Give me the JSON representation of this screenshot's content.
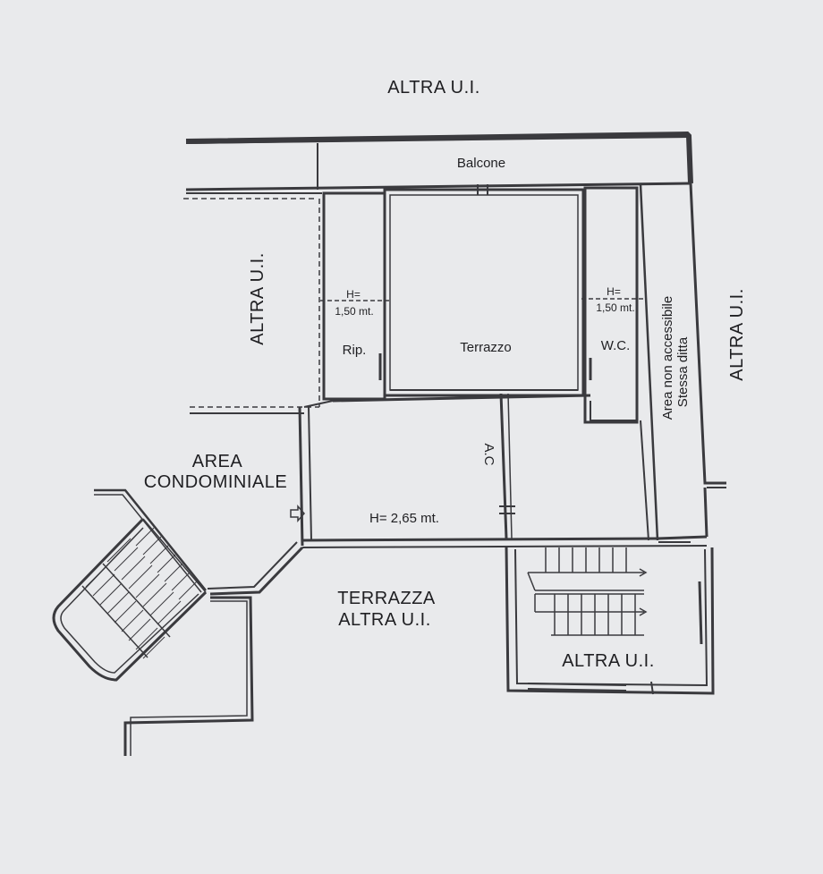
{
  "labels": {
    "altra_top": "ALTRA U.I.",
    "balcone": "Balcone",
    "altra_left": "ALTRA U.I.",
    "rip_h": "H=",
    "rip_h_val": "1,50 mt.",
    "rip": "Rip.",
    "terrazzo": "Terrazzo",
    "wc_h": "H=",
    "wc_h_val": "1,50 mt.",
    "wc": "W.C.",
    "area_non_1": "Area non accessibile",
    "area_non_2": "Stessa ditta",
    "altra_right": "ALTRA U.I.",
    "area_cond_1": "AREA",
    "area_cond_2": "CONDOMINIALE",
    "ac": "A.C",
    "h_main": "H= 2,65 mt.",
    "terrazza_1": "TERRAZZA",
    "terrazza_2": "ALTRA U.I.",
    "altra_bottom": "ALTRA U.I."
  },
  "colors": {
    "background": "#e9eaec",
    "lines": "#3a3a3e",
    "text": "#1f1f22"
  }
}
